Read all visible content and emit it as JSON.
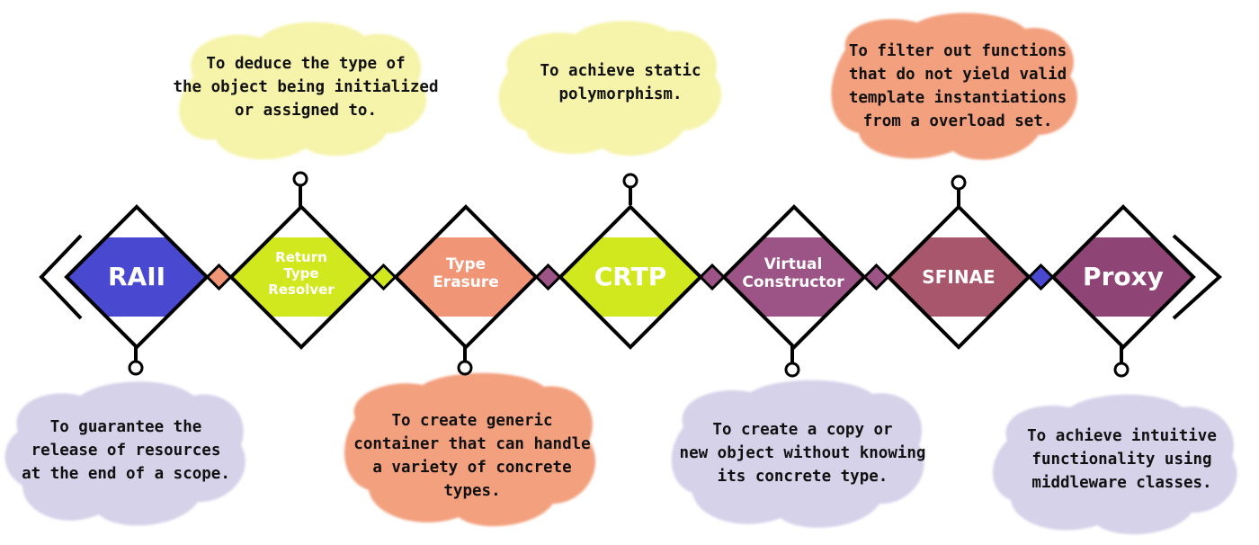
{
  "colors": {
    "raii": "#4848d0",
    "return_type_resolver": "#d2e81e",
    "type_erasure": "#f09676",
    "crtp": "#d2e81e",
    "virtual_constructor": "#9c5486",
    "sfinae": "#a8566c",
    "proxy": "#8e4474",
    "cloud_yellow": "#f6f4aa",
    "cloud_orange": "#f3a07e",
    "cloud_lavender": "#d6d2ea",
    "outline": "#000000"
  },
  "nodes": [
    {
      "id": "raii",
      "label": "RAII",
      "color": "#4848d0"
    },
    {
      "id": "return-type-resolver",
      "label": "Return\nType\nResolver",
      "color": "#d2e81e"
    },
    {
      "id": "type-erasure",
      "label": "Type\nErasure",
      "color": "#f09676"
    },
    {
      "id": "crtp",
      "label": "CRTP",
      "color": "#d2e81e"
    },
    {
      "id": "virtual-constructor",
      "label": "Virtual\nConstructor",
      "color": "#9c5486"
    },
    {
      "id": "sfinae",
      "label": "SFINAE",
      "color": "#a8566c"
    },
    {
      "id": "proxy",
      "label": "Proxy",
      "color": "#8e4474"
    }
  ],
  "connectors": [
    "#f09676",
    "#d2e81e",
    "#9c5486",
    "#9c5486",
    "#9c5486",
    "#4848d0"
  ],
  "descriptions": {
    "raii": "To guarantee the\nrelease of resources\nat the end of a scope.",
    "return_type_resolver": "To deduce the type of\nthe object being initialized\nor assigned to.",
    "type_erasure": "To create generic\ncontainer that can handle\na variety of concrete\ntypes.",
    "crtp": "To achieve static\npolymorphism.",
    "virtual_constructor": "To create a copy or\nnew object without knowing\nits concrete type.",
    "sfinae": "To filter out functions\nthat do not yield valid\ntemplate instantiations\nfrom a overload set.",
    "proxy": "To achieve intuitive\nfunctionality using\nmiddleware classes."
  }
}
